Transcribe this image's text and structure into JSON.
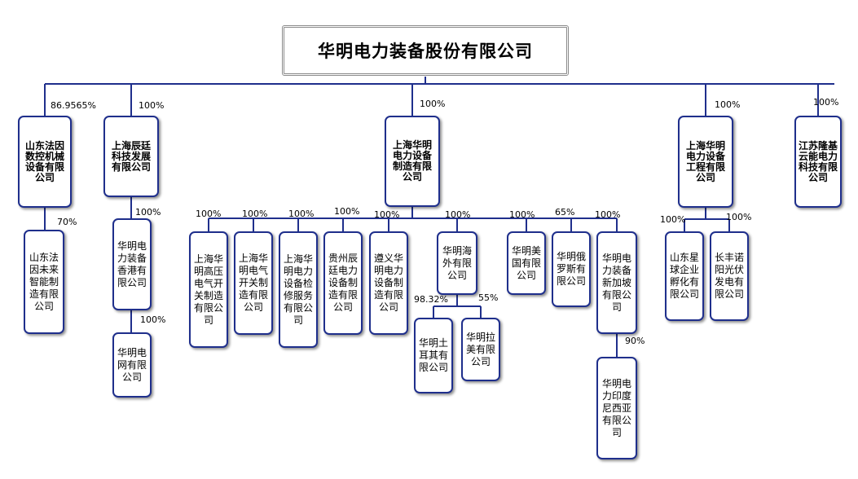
{
  "root": {
    "label": "华明电力装备股份有限公司"
  },
  "level1": [
    {
      "label": "山东法因数控机械设备有限公司",
      "pct": "86.9565%"
    },
    {
      "label": "上海辰廷科技发展有限公司",
      "pct": "100%"
    },
    {
      "label": "上海华明电力设备制造有限公司",
      "pct": "100%"
    },
    {
      "label": "上海华明电力设备工程有限公司",
      "pct": "100%"
    },
    {
      "label": "江苏隆基云能电力科技有限公司",
      "pct": "100%"
    }
  ],
  "shandong_sub": [
    {
      "label": "山东法因未来智能制造有限公司",
      "pct": "70%"
    }
  ],
  "chenting_sub": [
    {
      "label": "华明电力装备香港有限公司",
      "pct": "100%"
    },
    {
      "label": "华明电网有限公司",
      "pct": "100%"
    }
  ],
  "manufacturing_sub": [
    {
      "label": "上海华明高压电气开关制造有限公司",
      "pct": "100%"
    },
    {
      "label": "上海华明电气开关制造有限公司",
      "pct": "100%"
    },
    {
      "label": "上海华明电力设备检修服务有限公司",
      "pct": "100%"
    },
    {
      "label": "贵州辰廷电力设备制造有限公司",
      "pct": "100%"
    },
    {
      "label": "遵义华明电力设备制造有限公司",
      "pct": "100%"
    },
    {
      "label": "华明海外有限公司",
      "pct": "100%"
    },
    {
      "label": "华明美国有限公司",
      "pct": "100%"
    },
    {
      "label": "华明俄罗斯有限公司",
      "pct": "65%"
    },
    {
      "label": "华明电力装备新加坡有限公司",
      "pct": "100%"
    }
  ],
  "overseas_sub": [
    {
      "label": "华明土耳其有限公司",
      "pct": "98.32%"
    },
    {
      "label": "华明拉美有限公司",
      "pct": "55%"
    }
  ],
  "singapore_sub": [
    {
      "label": "华明电力印度尼西亚有限公司",
      "pct": "90%"
    }
  ],
  "engineering_sub": [
    {
      "label": "山东星球企业孵化有限公司",
      "pct": "100%"
    },
    {
      "label": "长丰诺阳光伏发电有限公司",
      "pct": "100%"
    }
  ]
}
